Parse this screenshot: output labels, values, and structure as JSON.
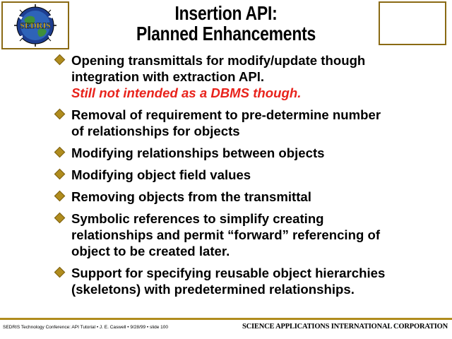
{
  "slide": {
    "title_line1": "Insertion API:",
    "title_line2": "Planned Enhancements",
    "logo_text": "SEDRIS",
    "bullets": [
      {
        "text": "Opening transmittals for modify/update though integration with extraction API.",
        "note": "Still not intended as a DBMS though."
      },
      {
        "text": "Removal of requirement to pre-determine number of relationships for objects"
      },
      {
        "text": "Modifying relationships between objects"
      },
      {
        "text": "Modifying object field values"
      },
      {
        "text": "Removing objects from the transmittal"
      },
      {
        "text": "Symbolic references to simplify creating relationships and permit “forward” referencing of object to be created later."
      },
      {
        "text": "Support for specifying reusable object hierarchies (skeletons) with predetermined relationships."
      }
    ],
    "footer_left": "SEDRIS Technology Conference: API Tutorial • J. E. Caswell • 9/28/99 • slide 100",
    "footer_right": "SCIENCE APPLICATIONS INTERNATIONAL CORPORATION"
  },
  "colors": {
    "accent_gold": "#b08c1e",
    "border_gold": "#8a6a14",
    "note_red": "#e8231c"
  },
  "icons": {
    "bullet": "diamond-bullet-icon",
    "logo": "sedris-globe-logo"
  }
}
